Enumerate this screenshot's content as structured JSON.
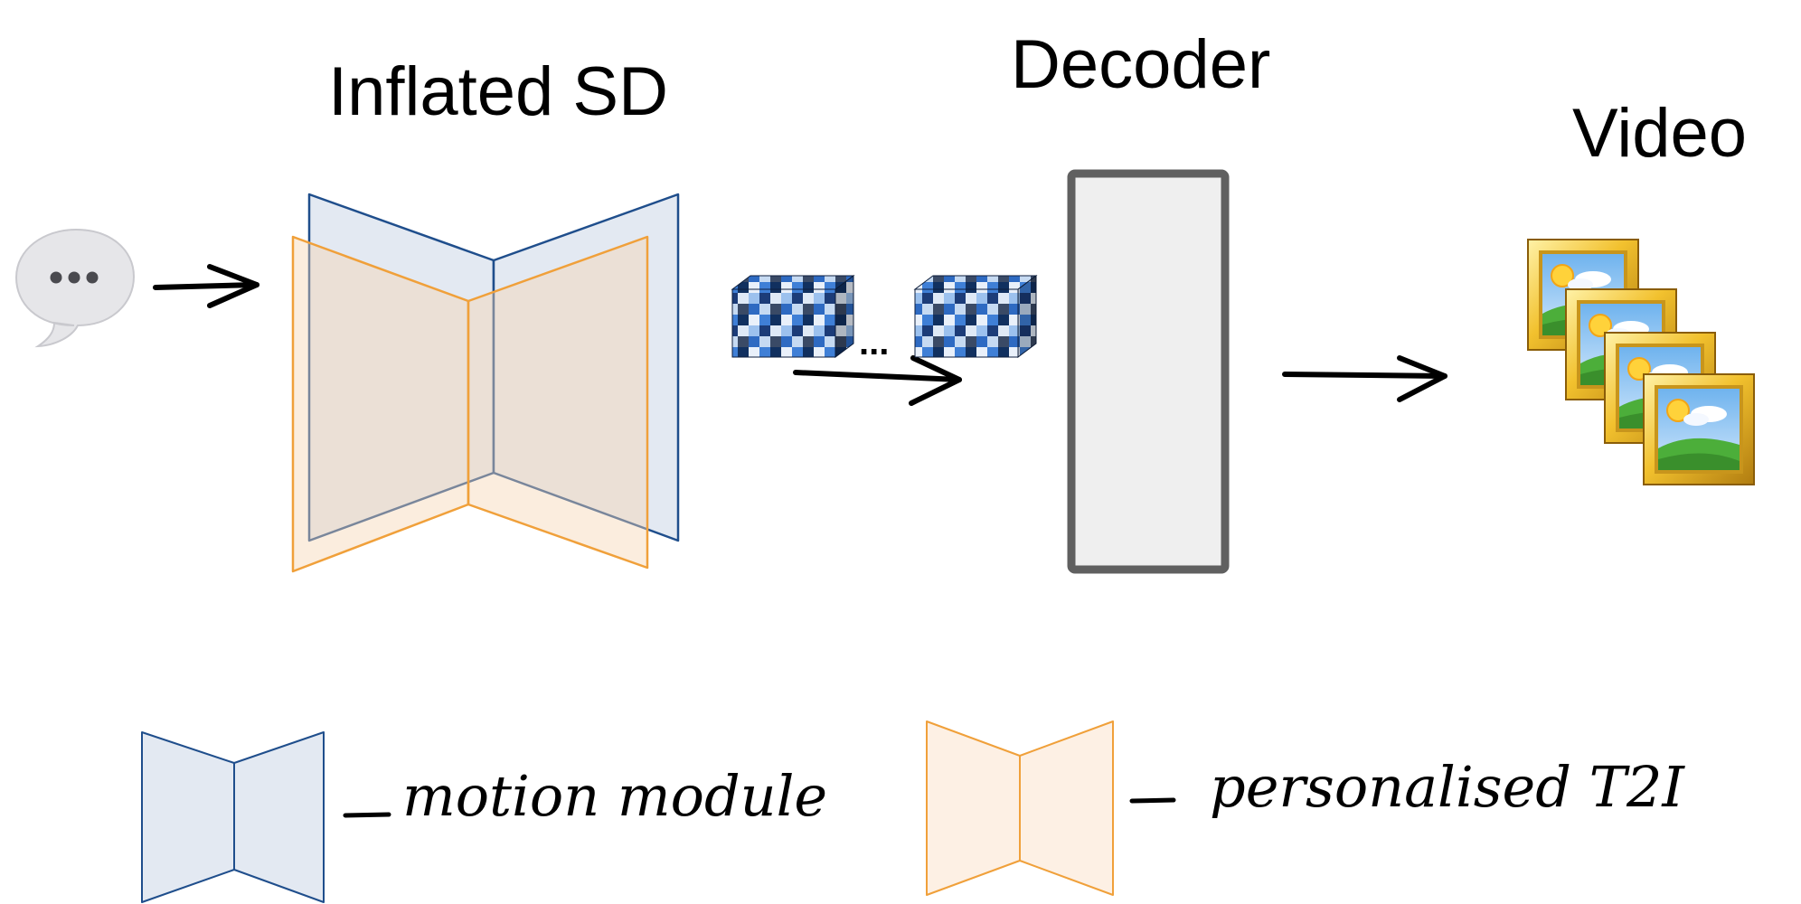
{
  "labels": {
    "inflated_sd": "Inflated SD",
    "decoder": "Decoder",
    "video": "Video",
    "ellipsis": "..."
  },
  "legend": {
    "motion_module": "motion module",
    "personalised_t2i": "personalised T2I",
    "dash": "—"
  },
  "colors": {
    "motion_stroke": "#1f4e8c",
    "motion_fill": "#e3e9f2",
    "t2i_stroke": "#f0a03a",
    "t2i_fill": "#fdf0e4",
    "decoder_stroke": "#606060",
    "decoder_fill": "#efefef"
  },
  "icons": {
    "input": "speech-bubble-icon",
    "latent": "latent-cube-icon",
    "output": "framed-picture-icon"
  }
}
